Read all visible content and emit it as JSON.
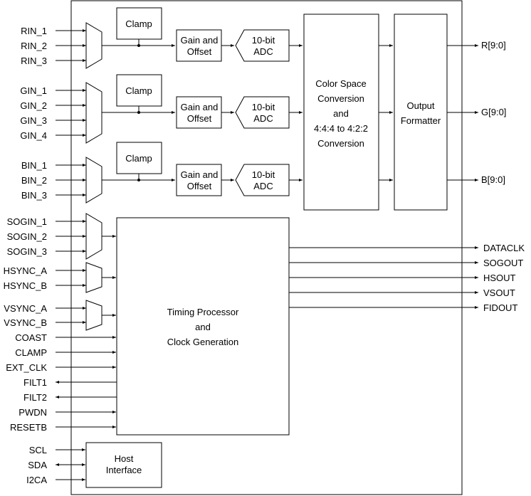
{
  "inputs": {
    "rin": [
      "RIN_1",
      "RIN_2",
      "RIN_3"
    ],
    "gin": [
      "GIN_1",
      "GIN_2",
      "GIN_3",
      "GIN_4"
    ],
    "bin": [
      "BIN_1",
      "BIN_2",
      "BIN_3"
    ],
    "sogin": [
      "SOGIN_1",
      "SOGIN_2",
      "SOGIN_3"
    ],
    "hsync": [
      "HSYNC_A",
      "HSYNC_B"
    ],
    "vsync": [
      "VSYNC_A",
      "VSYNC_B"
    ],
    "control": [
      "COAST",
      "CLAMP",
      "EXT_CLK",
      "FILT1",
      "FILT2",
      "PWDN",
      "RESETB"
    ],
    "host": [
      "SCL",
      "SDA",
      "I2CA"
    ]
  },
  "blocks": {
    "clamp": "Clamp",
    "gain_offset": [
      "Gain and",
      "Offset"
    ],
    "adc": [
      "10-bit",
      "ADC"
    ],
    "csc": [
      "Color Space",
      "Conversion",
      "and",
      "4:4:4 to 4:2:2",
      "Conversion"
    ],
    "formatter": [
      "Output",
      "Formatter"
    ],
    "timing": [
      "Timing Processor",
      "and",
      "Clock Generation"
    ],
    "host_interface": [
      "Host",
      "Interface"
    ]
  },
  "outputs": {
    "rgb": [
      "R[9:0]",
      "G[9:0]",
      "B[9:0]"
    ],
    "timing": [
      "DATACLK",
      "SOGOUT",
      "HSOUT",
      "VSOUT",
      "FIDOUT"
    ]
  }
}
